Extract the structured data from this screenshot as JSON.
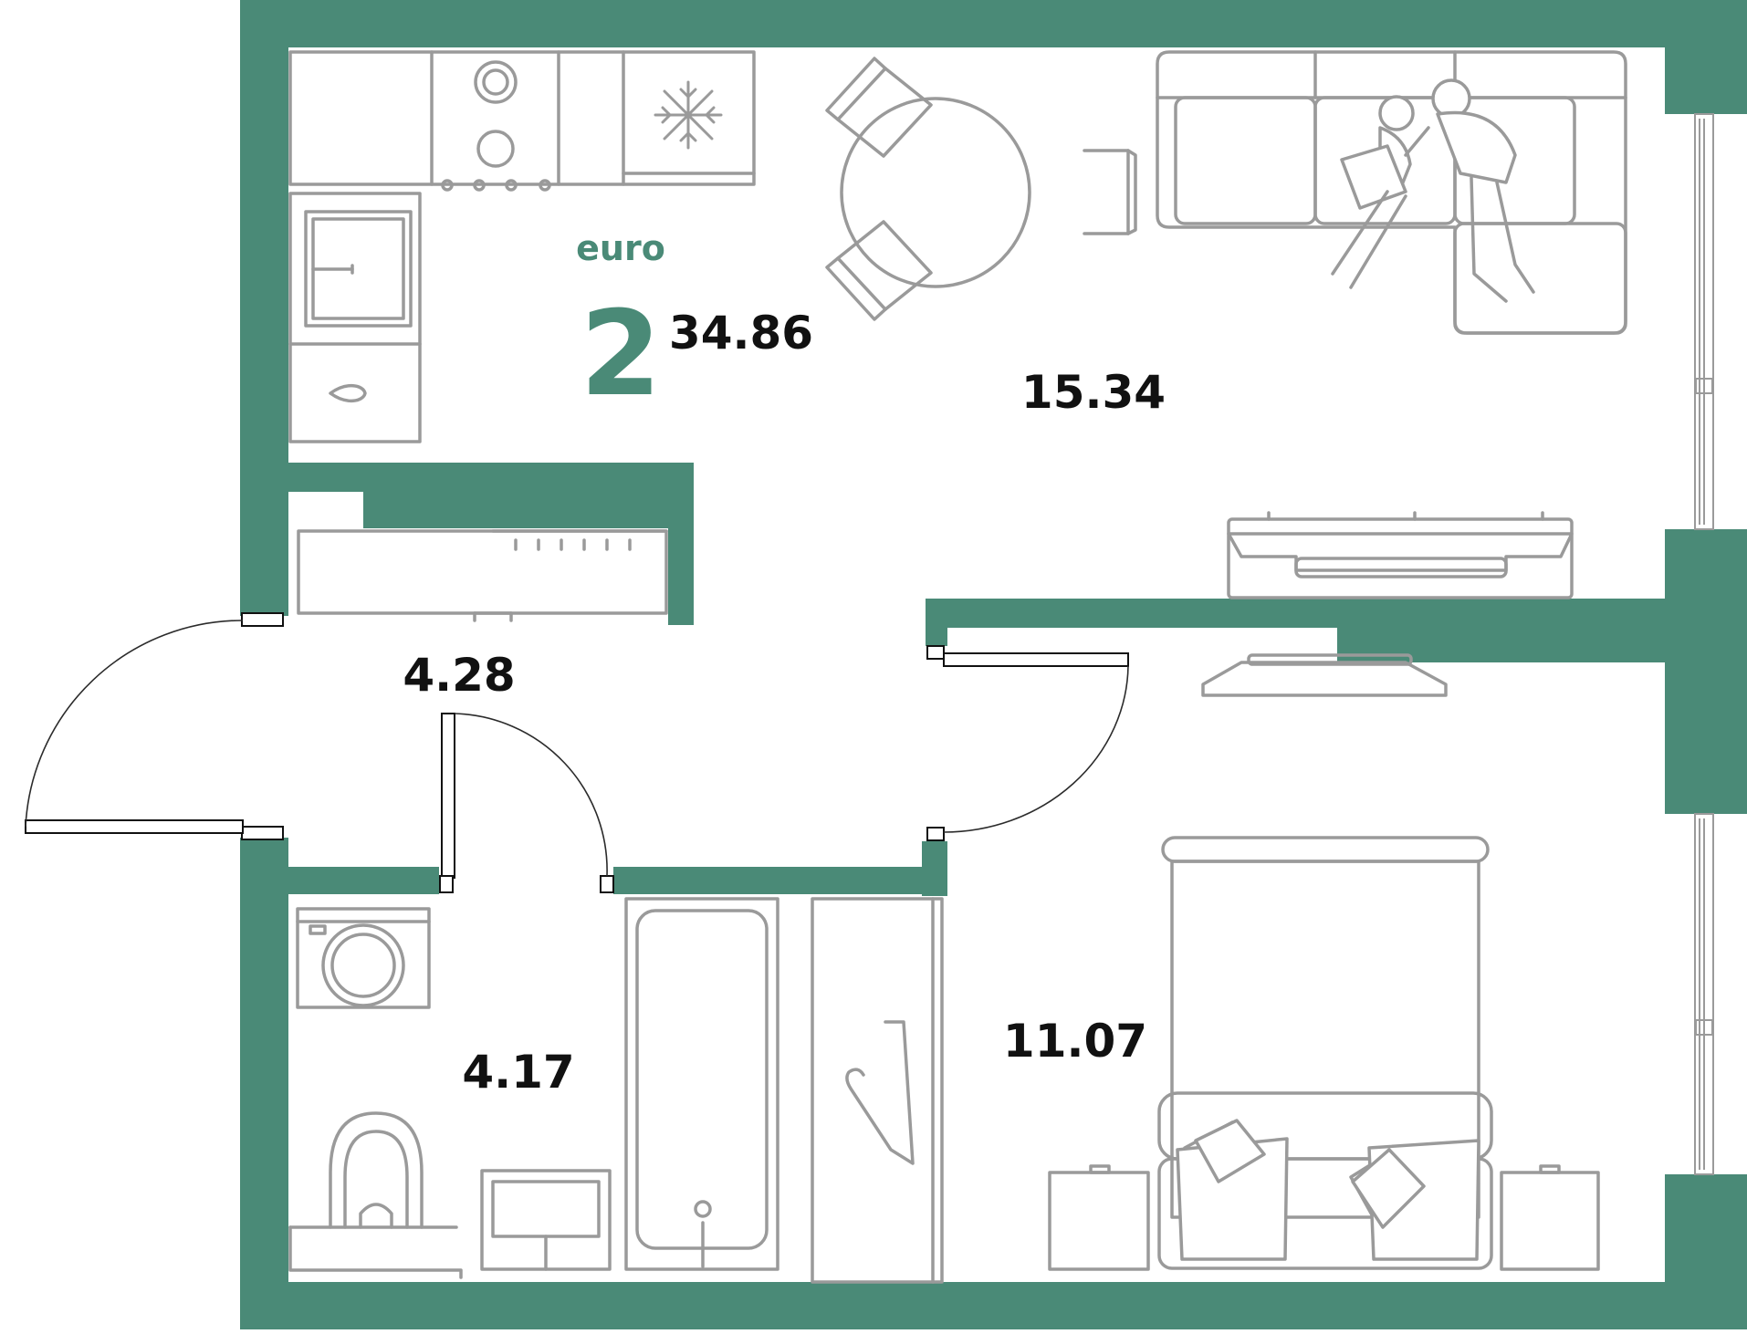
{
  "plan": {
    "type_label": "euro",
    "rooms_count": "2",
    "total_area": "34.86",
    "rooms": [
      {
        "id": "living",
        "area": "15.34"
      },
      {
        "id": "hall",
        "area": "4.28"
      },
      {
        "id": "bath",
        "area": "4.17"
      },
      {
        "id": "bedroom",
        "area": "11.07"
      }
    ]
  },
  "colors": {
    "wall": "#4a8a77",
    "accent_text": "#4a8a77",
    "furniture": "#9a9a9a",
    "label_text": "#111111"
  }
}
